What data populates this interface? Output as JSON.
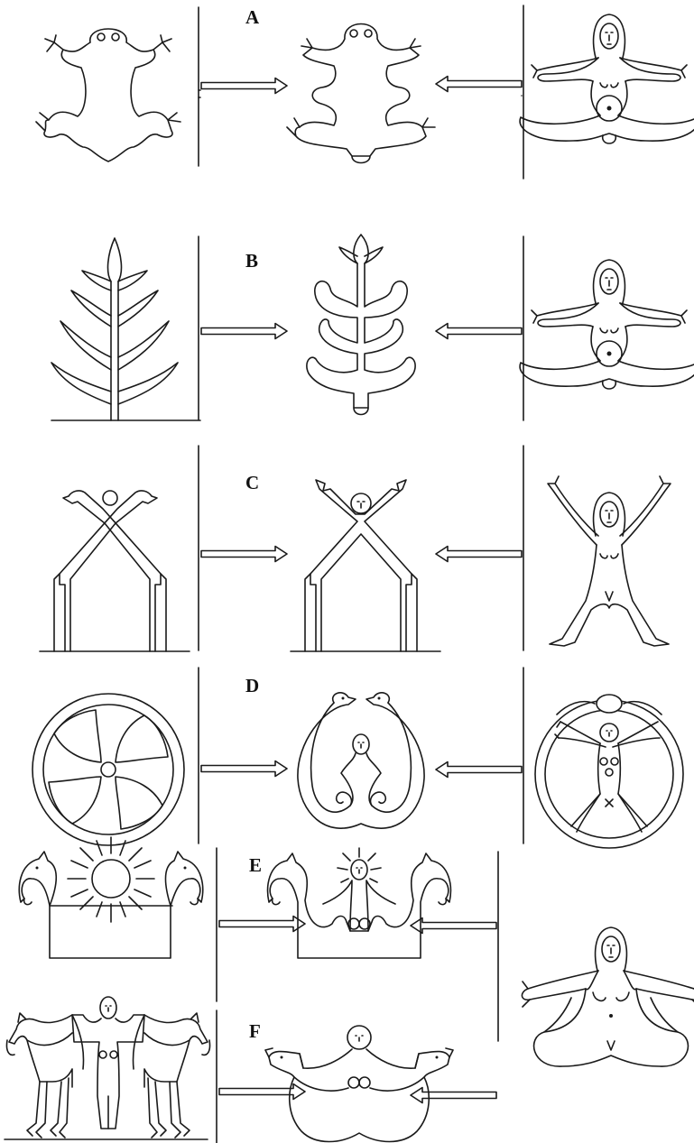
{
  "rows": [
    {
      "label": "A",
      "left_motif": "frog-icon",
      "center_motif": "frog-goddess-icon",
      "right_motif": "spread-goddess-icon"
    },
    {
      "label": "B",
      "left_motif": "tree-icon",
      "center_motif": "tree-goddess-icon",
      "right_motif": "spread-goddess-icon"
    },
    {
      "label": "C",
      "left_motif": "horse-gable-icon",
      "center_motif": "gable-goddess-icon",
      "right_motif": "standing-goddess-icon"
    },
    {
      "label": "D",
      "left_motif": "solar-wheel-icon",
      "center_motif": "bird-goddess-icon",
      "right_motif": "wheel-goddess-icon"
    },
    {
      "label": "E",
      "left_motif": "sun-boat-icon",
      "center_motif": "boat-goddess-icon",
      "right_motif": "seated-goddess-icon"
    },
    {
      "label": "F",
      "left_motif": "goddess-horses-icon",
      "center_motif": "horse-goddess-icon",
      "right_motif": "seated-goddess-icon"
    }
  ],
  "stroke_color": "#1a1a1a",
  "background_color": "#ffffff"
}
